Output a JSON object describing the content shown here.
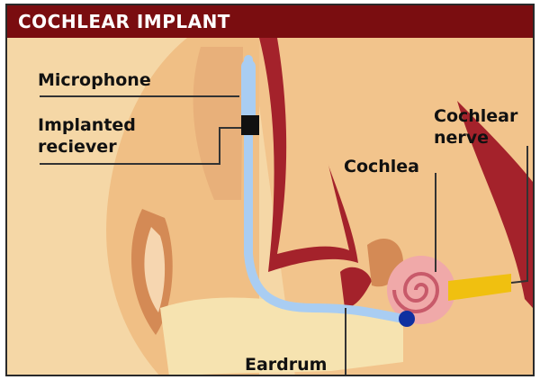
{
  "title": "COCHLEAR IMPLANT",
  "labels": {
    "microphone": "Microphone",
    "receiver_line1": "Implanted",
    "receiver_line2": "reciever",
    "cochlear_nerve_line1": "Cochlear",
    "cochlear_nerve_line2": "nerve",
    "cochlea": "Cochlea",
    "eardrum": "Eardrum"
  },
  "colors": {
    "header": "#7a0d10",
    "skin": "#f2c48c",
    "skin_dark": "#d48a55",
    "ear_canal": "#f6e3b0",
    "tissue_red": "#a4222b",
    "wire": "#a9cdf2",
    "electrode": "#1030a0",
    "nerve": "#f0c010",
    "cochlea": "#f0a9a9"
  }
}
